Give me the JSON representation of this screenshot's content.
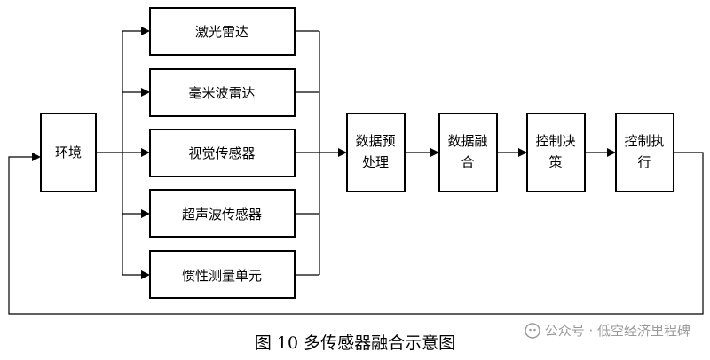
{
  "nodes": {
    "env": "环境",
    "lidar": "激光雷达",
    "mmwave": "毫米波雷达",
    "vision": "视觉传感器",
    "ultrasonic": "超声波传感器",
    "imu": "惯性测量单元",
    "preprocess": [
      "数据预",
      "处理"
    ],
    "fusion": [
      "数据融",
      "合"
    ],
    "decision": [
      "控制决",
      "策"
    ],
    "execution": [
      "控制执",
      "行"
    ]
  },
  "caption": "图 10  多传感器融合示意图",
  "watermark": "公众号 · 低空经济里程碑",
  "colors": {
    "stroke": "#000000",
    "watermark": "#9a9a9a"
  }
}
